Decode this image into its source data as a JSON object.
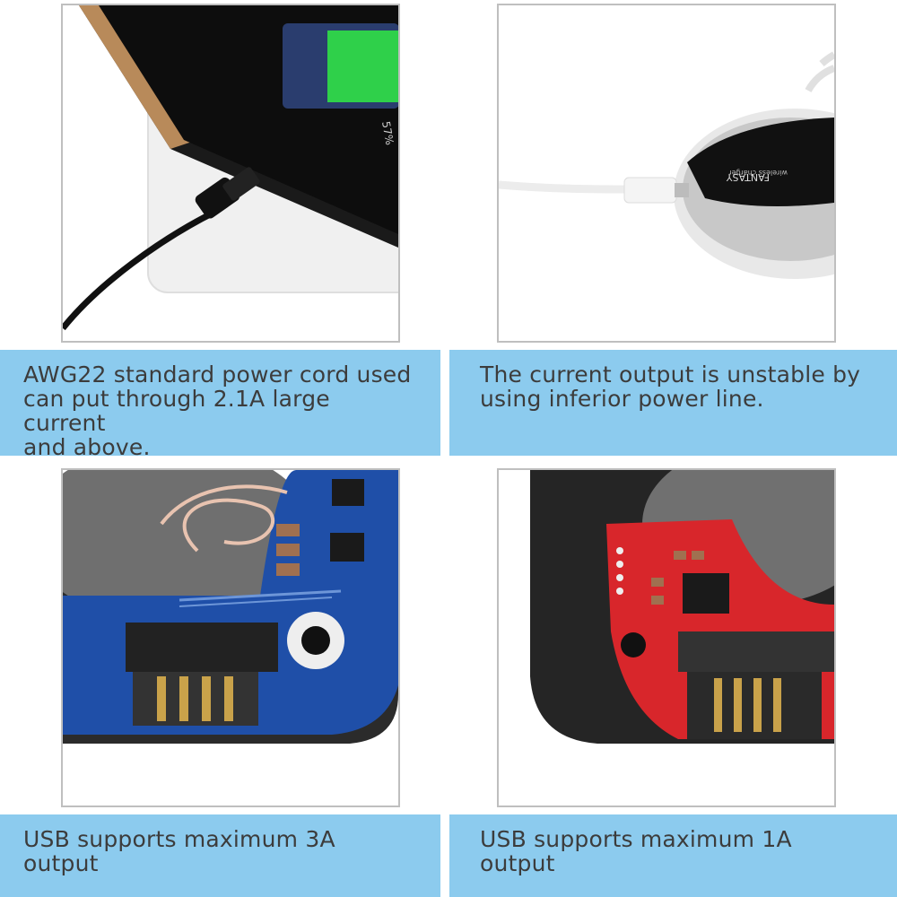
{
  "panels": [
    {
      "id": "awg22-cord",
      "caption": "AWG22 standard power cord used\ncan put through 2.1A large current\nand above.",
      "phone_battery_percent": "57%"
    },
    {
      "id": "inferior-cord",
      "caption": "The current output is unstable by\nusing inferior power line.",
      "charger_brand": "FANTASY",
      "charger_subtitle": "wireless charger"
    },
    {
      "id": "blue-pcb",
      "caption": "USB supports maximum 3A output"
    },
    {
      "id": "red-pcb",
      "caption": "USB supports maximum 1A output"
    }
  ],
  "colors": {
    "caption_band": "#8ccbee",
    "caption_text": "#3c3c3c",
    "frame_border": "#bfbfbf",
    "blue_pcb": "#1f4fa8",
    "red_pcb": "#d8262b",
    "battery_green": "#2fd04a"
  }
}
